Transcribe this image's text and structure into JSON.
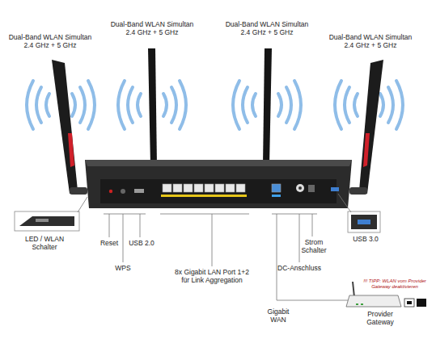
{
  "diagram": {
    "labels": [
      "Dual-Band WLAN Simultan 2.4 GHz + 5 GHz",
      "Dual-Band WLAN Simultan 2.4 GHz + 5 GHz",
      "Dual-Band WLAN Simultan 2.4 GHz + 5 GHz",
      "Dual-Band WLAN Simultan 2.4 GHz + 5 GHz",
      "LED / WLAN Schalter",
      "Reset",
      "WPS",
      "USB 2.0",
      "8x Gigabit LAN Port 1+2 für Link Aggregation",
      "DC-Anschluss",
      "Strom Schalter",
      "USB 3.0",
      "Gigabit WAN",
      "!!! TIPP: WLAN vom Provider Gateway deaktivieren",
      "Provider Gateway"
    ]
  }
}
